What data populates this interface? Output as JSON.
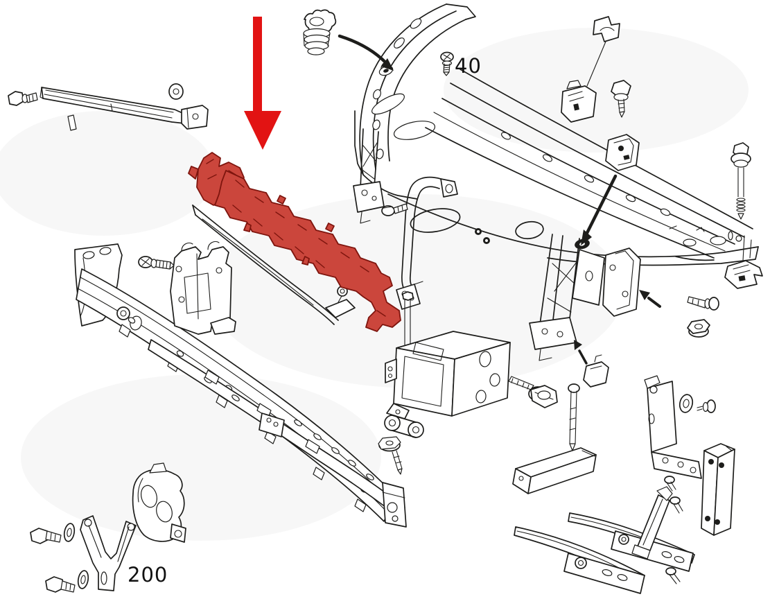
{
  "colors": {
    "ink": "#1d1d1b",
    "background": "#ffffff",
    "highlight": "#cb463c",
    "highlight-dark": "#7e150e",
    "arrow-red": "#e21313",
    "label": "#111111"
  },
  "labels": {
    "screw_callout": "40",
    "bracket_callout": "200"
  },
  "parts": [
    "front-crossmember-assembly",
    "radiator-support-highlighted",
    "bumper-reinforcement-assembly",
    "upper-brace-bar",
    "rubber-buffer",
    "screw-40",
    "tow-hook-bracket",
    "long-bolt",
    "crash-box",
    "hex-bolt",
    "link-plate",
    "flange-nut",
    "beam-bar",
    "l-bracket-right",
    "vertical-tube",
    "trim-strip-upper",
    "trim-strip-lower",
    "diagonal-strut",
    "long-bolt-right",
    "tag-clip",
    "clamp-bracket",
    "mounting-bracket",
    "push-pin-bolt",
    "flange-nut-2",
    "frame-bracket",
    "headlamp-bracket",
    "v-bracket-200",
    "bolt-washer-pair",
    "red-pointer-arrow"
  ]
}
